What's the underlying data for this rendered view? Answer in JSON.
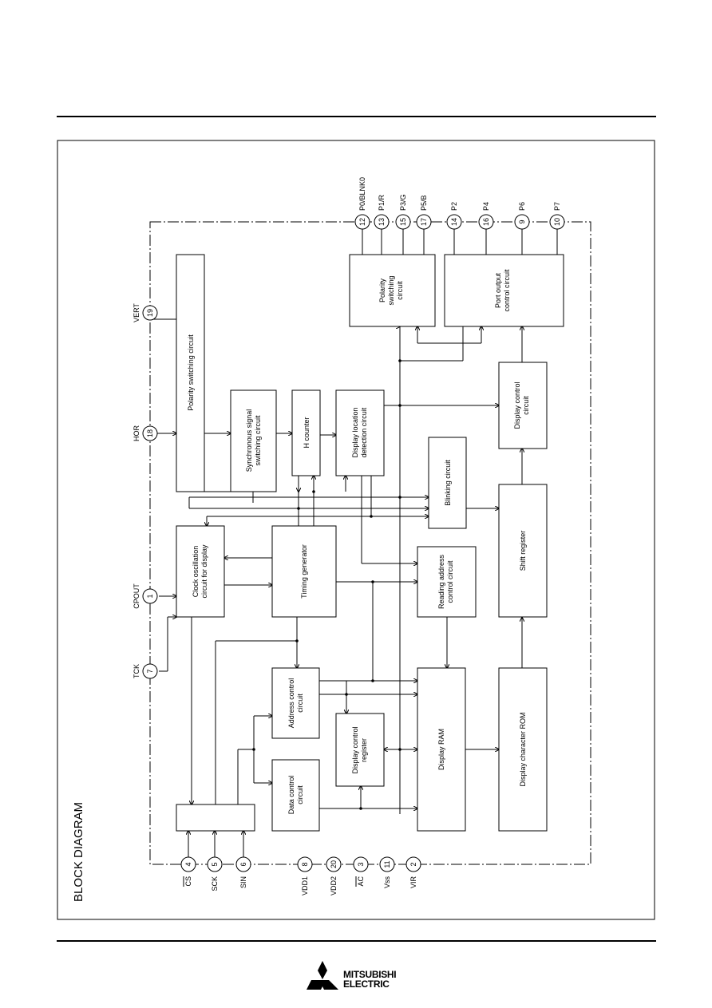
{
  "diagram": {
    "title": "BLOCK DIAGRAM",
    "blocks": {
      "polarity_left": [
        "Polarity switching circuit"
      ],
      "sync_switch": [
        "Synchronous signal",
        "switching circuit"
      ],
      "h_counter": [
        "H counter"
      ],
      "display_location": [
        "Display location",
        "detection circuit"
      ],
      "polarity_right": [
        "Polarity",
        "switching",
        "circuit"
      ],
      "port_output": [
        "Port output",
        "control circuit"
      ],
      "display_control": [
        "Display control",
        "circuit"
      ],
      "blinking": [
        "Blinking circuit"
      ],
      "clock_osc": [
        "Clock oscillation",
        "circuit for display"
      ],
      "timing_gen": [
        "Timing generator"
      ],
      "reading_addr": [
        "Reading address",
        "control circuit"
      ],
      "shift_reg": [
        "Shift register"
      ],
      "address_ctrl": [
        "Address control",
        "circuit"
      ],
      "display_ctrl_reg": [
        "Display control",
        "register"
      ],
      "display_ram": [
        "Display RAM"
      ],
      "char_rom": [
        "Display character ROM"
      ],
      "data_ctrl": [
        "Data control",
        "circuit"
      ]
    },
    "pins_top": [
      {
        "num": "12",
        "label": "P0/BLNK0"
      },
      {
        "num": "13",
        "label": "P1/R"
      },
      {
        "num": "15",
        "label": "P3/G"
      },
      {
        "num": "17",
        "label": "P5/B"
      },
      {
        "num": "14",
        "label": "P2"
      },
      {
        "num": "16",
        "label": "P4"
      },
      {
        "num": "9",
        "label": "P6"
      },
      {
        "num": "10",
        "label": "P7"
      }
    ],
    "pins_left": [
      {
        "num": "19",
        "label": "VERT"
      },
      {
        "num": "18",
        "label": "HOR"
      },
      {
        "num": "1",
        "label": "CPOUT"
      },
      {
        "num": "7",
        "label": "TCK"
      }
    ],
    "pins_bottom": [
      {
        "num": "4",
        "label": "CS"
      },
      {
        "num": "5",
        "label": "SCK"
      },
      {
        "num": "6",
        "label": "SIN"
      },
      {
        "num": "8",
        "label": "VDD1"
      },
      {
        "num": "20",
        "label": "VDD2"
      },
      {
        "num": "3",
        "label": "AC"
      },
      {
        "num": "11",
        "label": "Vss"
      },
      {
        "num": "2",
        "label": "VIR"
      }
    ]
  },
  "footer": {
    "logo_line1": "MITSUBISHI",
    "logo_line2": "ELECTRIC"
  }
}
